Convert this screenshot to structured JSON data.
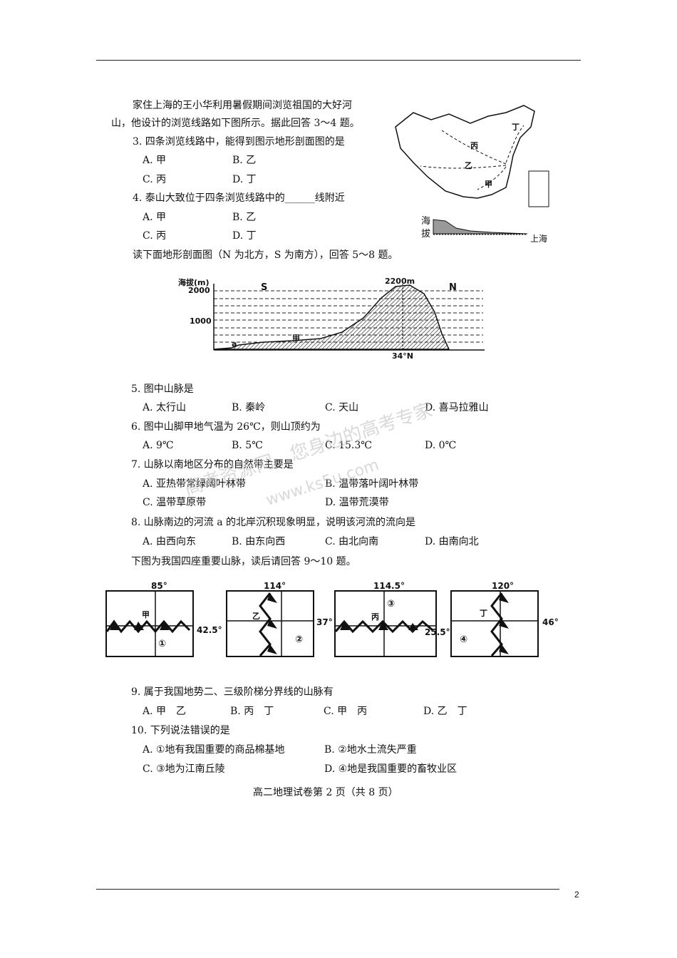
{
  "intro1": "家住上海的王小华利用暑假期间浏览祖国的大好河",
  "intro2": "山，他设计的浏览线路如下图所示。据此回答 3～4 题。",
  "q3": {
    "stem": "3. 四条浏览线路中，能得到图示地形剖面图的是",
    "a": "A. 甲",
    "b": "B. 乙",
    "c": "C. 丙",
    "d": "D. 丁"
  },
  "q4": {
    "stem": "4. 泰山大致位于四条浏览线路中的______线附近",
    "a": "A. 甲",
    "b": "B. 乙",
    "c": "C. 丙",
    "d": "D. 丁"
  },
  "map1": {
    "ding": "丁",
    "bing": "丙",
    "yi": "乙",
    "jia": "甲",
    "hai": "海",
    "ba": "拔",
    "shanghai": "上海"
  },
  "intro5": "读下面地形剖面图（N 为北方，S 为南方），回答 5～8 题。",
  "profile": {
    "ylabel": "海拔(m)",
    "y2000": "2000",
    "y1000": "1000",
    "s": "S",
    "n": "N",
    "peak": "2200m",
    "lat": "34°N",
    "jia": "甲",
    "a": "a"
  },
  "q5": {
    "stem": "5. 图中山脉是",
    "a": "A. 太行山",
    "b": "B. 秦岭",
    "c": "C. 天山",
    "d": "D. 喜马拉雅山"
  },
  "q6": {
    "stem": "6. 图中山脚甲地气温为 26℃，则山顶约为",
    "a": "A. 9℃",
    "b": "B. 5℃",
    "c": "C. 15.3℃",
    "d": "D. 0℃"
  },
  "q7": {
    "stem": "7. 山脉以南地区分布的自然带主要是",
    "a": "A. 亚热带常绿阔叶林带",
    "b": "B. 温带落叶阔叶林带",
    "c": "C. 温带草原带",
    "d": "D. 温带荒漠带"
  },
  "q8": {
    "stem": "8. 山脉南边的河流 a 的北岸沉积现象明显，说明该河流的流向是",
    "a": "A. 由西向东",
    "b": "B. 由东向西",
    "c": "C. 由北向南",
    "d": "D. 由南向北"
  },
  "intro9": "下图为我国四座重要山脉，读后请回答 9～10 题。",
  "boxes": [
    {
      "top": "85°",
      "side": "42.5°",
      "name": "甲",
      "num": "①"
    },
    {
      "top": "114°",
      "side": "37°",
      "name": "乙",
      "num": "②"
    },
    {
      "top": "114.5°",
      "side": "25.5°",
      "name": "丙",
      "num": "③"
    },
    {
      "top": "120°",
      "side": "46°",
      "name": "丁",
      "num": "④"
    }
  ],
  "q9": {
    "stem": "9. 属于我国地势二、三级阶梯分界线的山脉有",
    "a": "A. 甲　乙",
    "b": "B. 丙　丁",
    "c": "C. 甲　丙",
    "d": "D. 乙　丁"
  },
  "q10": {
    "stem": "10. 下列说法错误的是",
    "a": "A. ①地有我国重要的商品棉基地",
    "b": "B. ②地水土流失严重",
    "c": "C. ③地为江南丘陵",
    "d": "D. ④地是我国重要的畜牧业区"
  },
  "footer": "高二地理试卷第 2 页（共 8 页）",
  "page_number": "2",
  "watermark1": "高考资源网　您身边的高考专家",
  "watermark2": "www.ks5u.com"
}
